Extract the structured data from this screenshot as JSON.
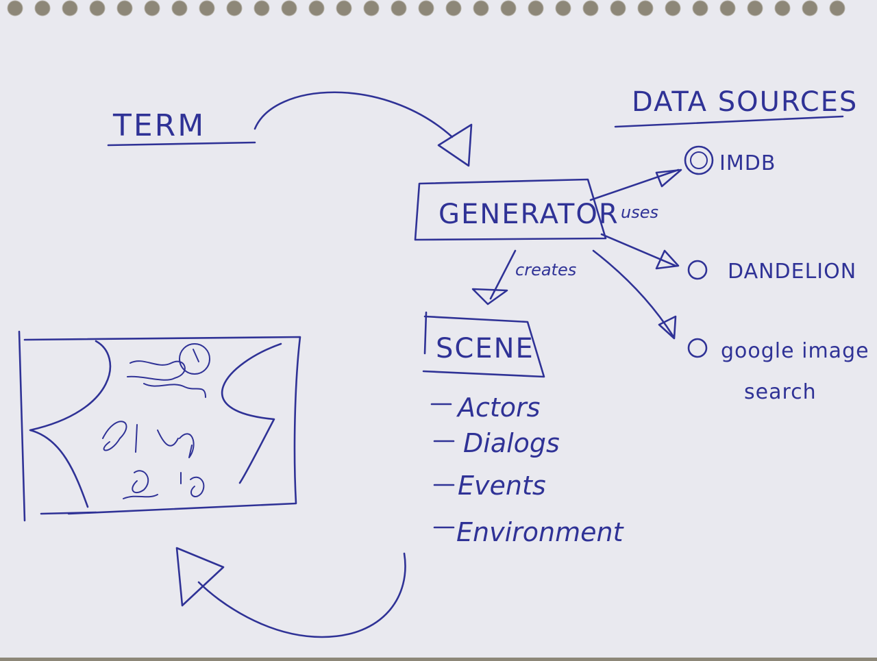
{
  "diagram": {
    "term_label": "TERM",
    "data_sources_label": "DATA SOURCES",
    "generator_label": "GENERATOR",
    "uses_label": "uses",
    "creates_label": "creates",
    "scene_label": "SCENE",
    "scene_items": [
      "Actors",
      "Dialogs",
      "Events",
      "Environment"
    ],
    "data_sources": [
      {
        "label": "IMDB"
      },
      {
        "label": "DANDELION"
      },
      {
        "label": "google image"
      }
    ],
    "google_second_line": "search",
    "ink_color": "#2f3296",
    "paper_color": "#e9e9ef"
  }
}
